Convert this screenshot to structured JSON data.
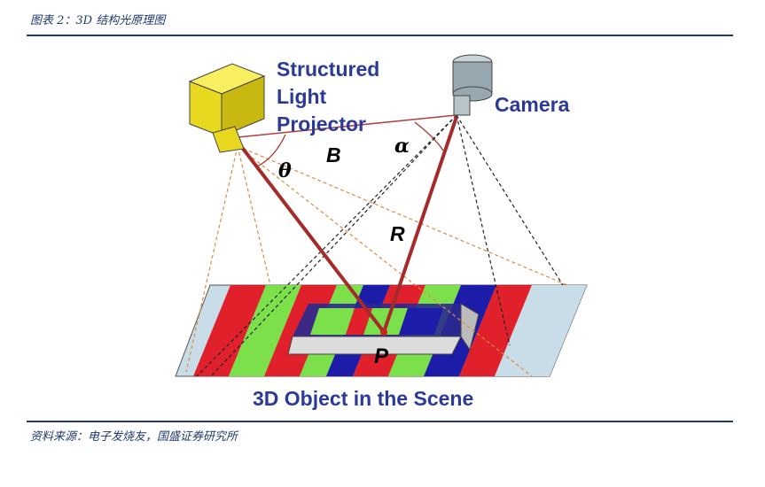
{
  "caption": "图表 2：3D 结构光原理图",
  "source": "资料来源：电子发烧友，国盛证券研究所",
  "diagram": {
    "projector_label_1": "Structured",
    "projector_label_2": "Light",
    "projector_label_3": "Projector",
    "camera_label": "Camera",
    "baseline_label": "B",
    "theta_label": "θ",
    "alpha_label": "α",
    "range_label": "R",
    "point_label": "P",
    "scene_label": "3D Object in the Scene"
  },
  "colors": {
    "caption": "#1f3a70",
    "label_blue": "#2b3a96",
    "ray": "#a52a2a",
    "stripe_red": "#e0202a",
    "stripe_green": "#7ce04a",
    "stripe_blue": "#1c1ca8",
    "stripe_light": "#c9dde8",
    "projector": "#f0e030",
    "camera": "#a8b8c0"
  }
}
